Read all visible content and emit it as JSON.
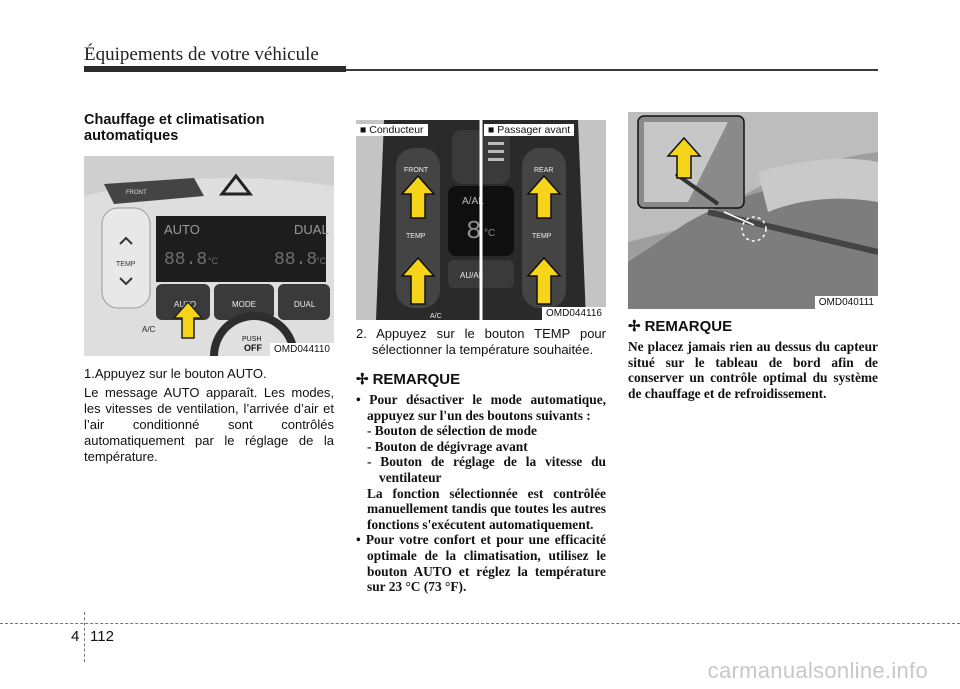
{
  "header": {
    "title": "Équipements de votre véhicule"
  },
  "col1": {
    "heading": "Chauffage et climatisation automatiques",
    "figure": {
      "code": "OMD044110",
      "labels": {
        "front": "FRONT",
        "auto_disp": "AUTO",
        "dual_disp": "DUAL",
        "temp_l": "88.8",
        "temp_r": "88.8",
        "unit": "°C",
        "temp_btn": "TEMP",
        "auto_btn": "AUTO",
        "mode_btn": "MODE",
        "dual_btn": "DUAL",
        "ac": "A/C",
        "push": "PUSH",
        "off": "OFF"
      }
    },
    "step1": "1.Appuyez sur le bouton AUTO.",
    "para": "Le message AUTO apparaît. Les modes, les vitesses de ventilation, l’arrivée d’air et l’air conditionné sont contrôlés automatiquement par le réglage de la température."
  },
  "col2": {
    "figure": {
      "code": "OMD044116",
      "legend_left": "■ Conducteur",
      "legend_right": "■ Passager avant",
      "labels": {
        "front": "FRONT",
        "rear": "REAR",
        "temp_l": "TEMP",
        "temp_r": "TEMP",
        "display_top": "A/AL",
        "display_val": "8",
        "unit": "°C",
        "btn": "AU/AL",
        "ac": "A/C"
      }
    },
    "step2": "2. Appuyez sur le bouton TEMP pour sélectionner la température souhaitée.",
    "note_title": "REMARQUE",
    "bullet1": "• Pour désactiver le mode automatique, appuyez sur l'un des boutons suivants :",
    "sub1": "- Bouton de sélection de mode",
    "sub2": "- Bouton de dégivrage avant",
    "sub3": "- Bouton de réglage de la vitesse du ventilateur",
    "cont": "La fonction sélectionnée est contrôlée manuellement tandis que toutes les autres fonctions s'exécutent automatiquement.",
    "bullet2": "• Pour votre confort et pour une efficacité optimale de la climatisation, utilisez le bouton AUTO et réglez la température sur 23 °C (73 °F)."
  },
  "col3": {
    "figure": {
      "code": "OMD040111"
    },
    "note_title": "REMARQUE",
    "note_text": "Ne placez jamais rien au dessus du capteur situé sur le tableau de bord afin de conserver un contrôle optimal du système de chauffage et de refroidissement."
  },
  "footer": {
    "chapter": "4",
    "page": "112",
    "watermark": "carmanualsonline.info"
  }
}
